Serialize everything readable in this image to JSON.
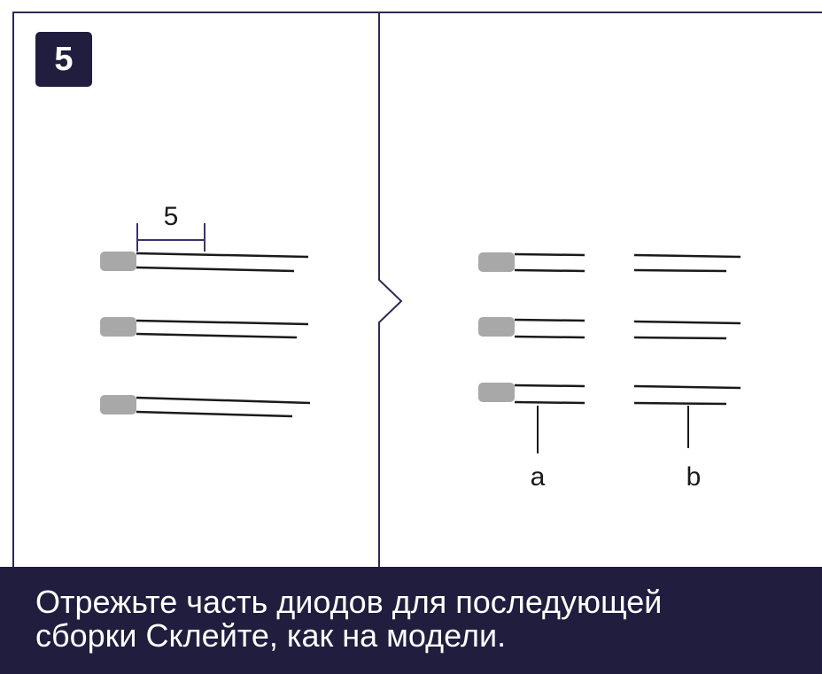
{
  "step_number": "5",
  "dimension_label": "5",
  "callout_a": "a",
  "callout_b": "b",
  "caption_line1": "Отрежьте часть диодов для последующей",
  "caption_line2": "сборки Склейте, как на модели.",
  "colors": {
    "frame": "#2c2a55",
    "badge_bg": "#211d3e",
    "caption_bg": "#211d3e",
    "diode_body": "#a8a8a8",
    "lead": "#1a1a1a"
  }
}
